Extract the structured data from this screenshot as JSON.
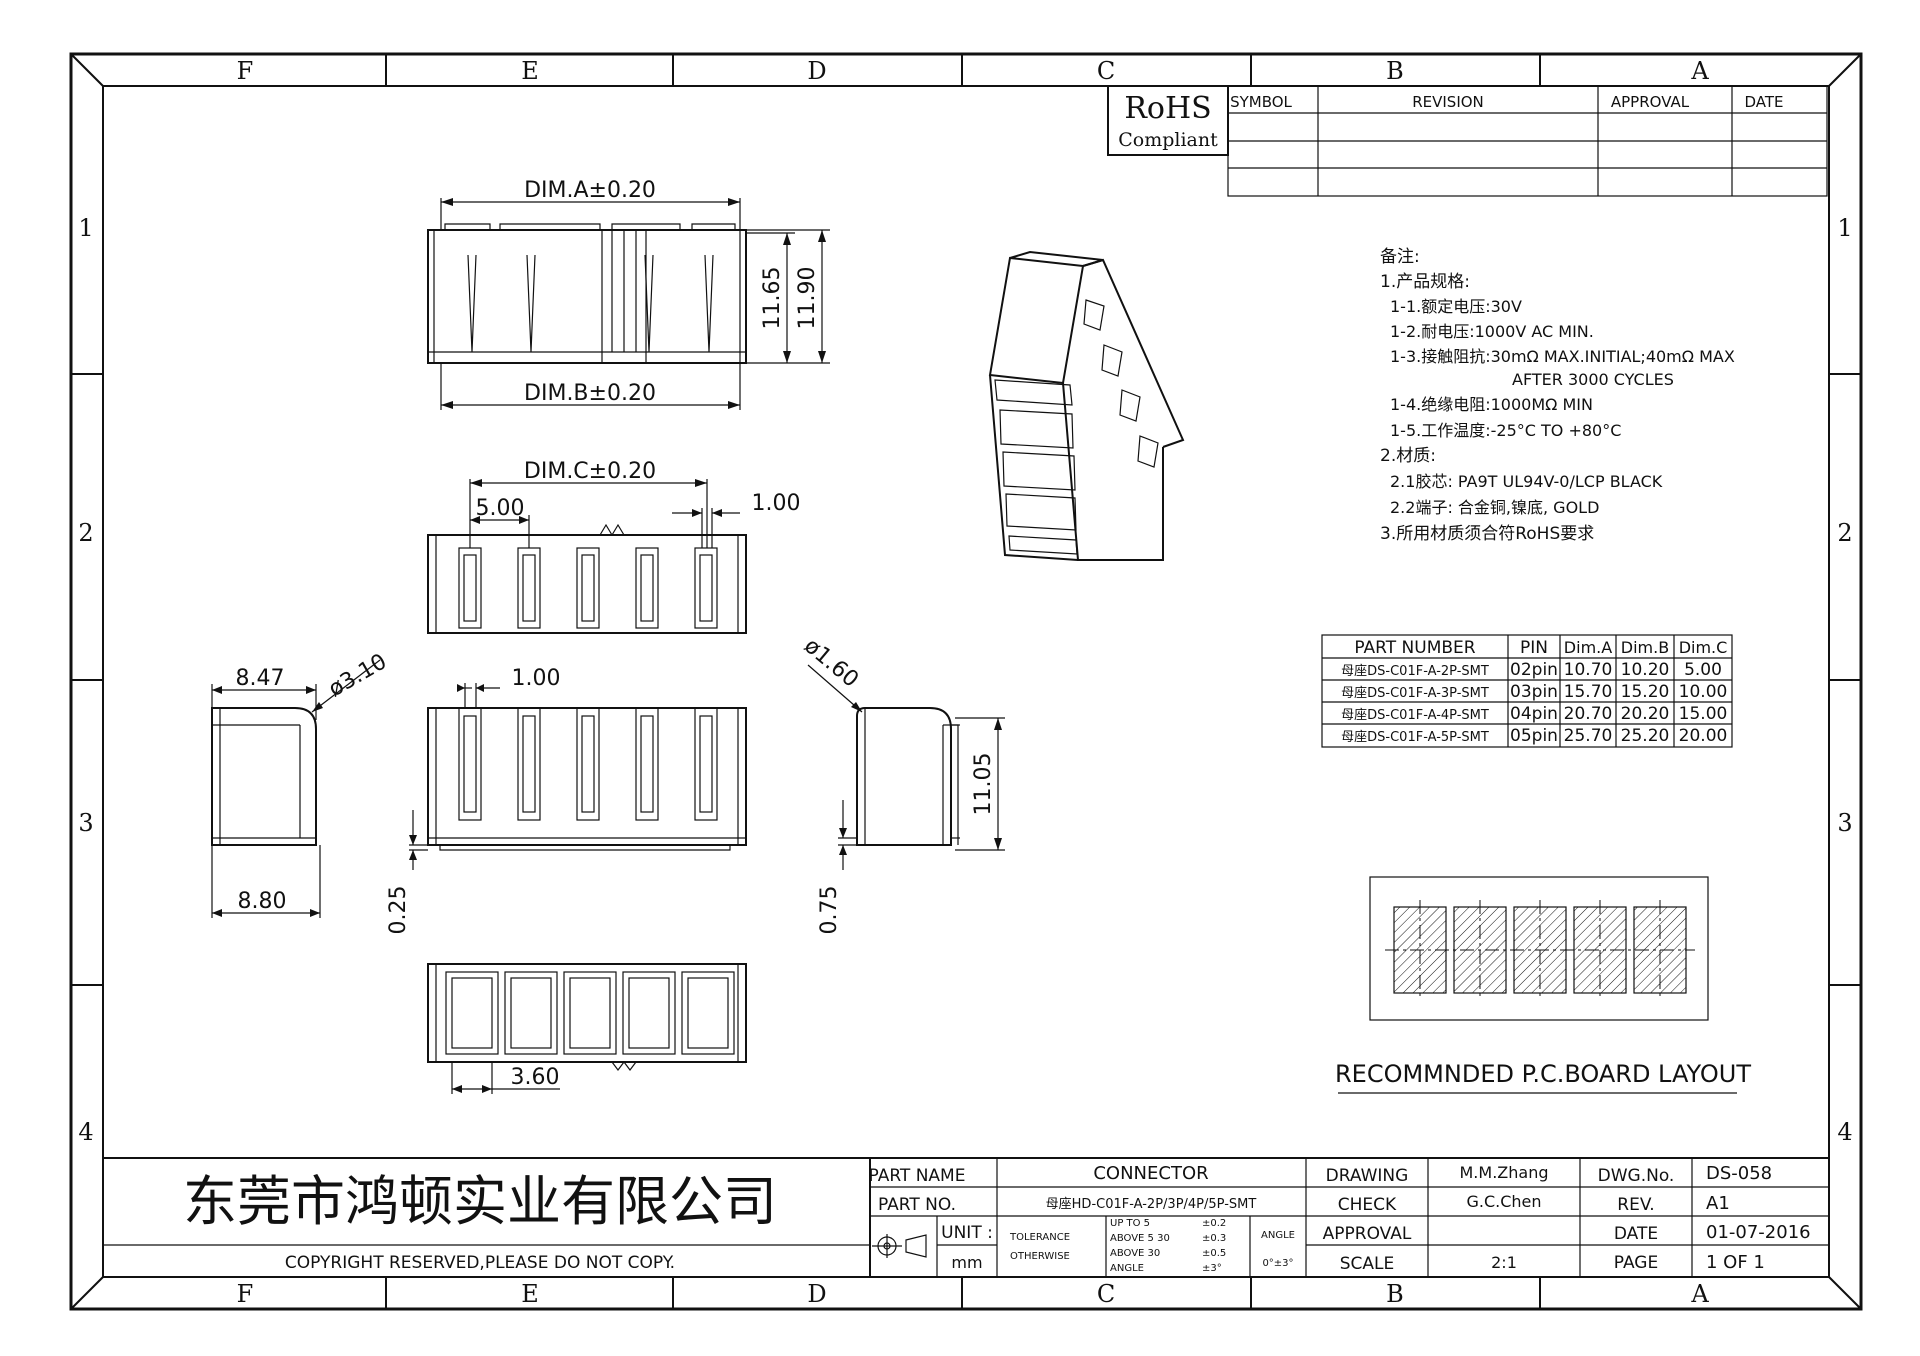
{
  "frame": {
    "columns_top": [
      "F",
      "E",
      "D",
      "C",
      "B",
      "A"
    ],
    "columns_bottom": [
      "F",
      "E",
      "D",
      "C",
      "B",
      "A"
    ],
    "rows_left": [
      "1",
      "2",
      "3",
      "4"
    ],
    "rows_right": [
      "1",
      "2",
      "3",
      "4"
    ]
  },
  "rohs": {
    "line1": "RoHS",
    "line2": "Compliant"
  },
  "revision_table": {
    "headers": [
      "SYMBOL",
      "REVISION",
      "APPROVAL",
      "DATE"
    ]
  },
  "dimensions": {
    "dim_a": "DIM.A±0.20",
    "dim_b": "DIM.B±0.20",
    "dim_c": "DIM.C±0.20",
    "h1": "11.65",
    "h2": "11.90",
    "pitch": "5.00",
    "pin_w_top": "1.00",
    "side_w_top": "8.47",
    "radius_left": "ø3.10",
    "pin_w_front": "1.00",
    "radius_right": "ø1.60",
    "height_right": "11.05",
    "side_w_bottom": "8.80",
    "offset_left": "0.25",
    "offset_right": "0.75",
    "pin_pitch_bottom": "3.60"
  },
  "notes": [
    "备注:",
    "1.产品规格:",
    "1-1.额定电压:30V",
    "1-2.耐电压:1000V AC MIN.",
    "1-3.接触阻抗:30mΩ MAX.INITIAL;40mΩ MAX",
    "AFTER 3000 CYCLES",
    "1-4.绝缘电阻:1000MΩ MIN",
    "1-5.工作温度:-25°C TO +80°C",
    "2.材质:",
    "2.1胶芯: PA9T UL94V-0/LCP BLACK",
    "2.2端子: 合金铜,镍底, GOLD",
    "3.所用材质须合符RoHS要求"
  ],
  "part_table": {
    "headers": [
      "PART NUMBER",
      "PIN",
      "Dim.A",
      "Dim.B",
      "Dim.C"
    ],
    "rows": [
      [
        "母座DS-C01F-A-2P-SMT",
        "02pin",
        "10.70",
        "10.20",
        "5.00"
      ],
      [
        "母座DS-C01F-A-3P-SMT",
        "03pin",
        "15.70",
        "15.20",
        "10.00"
      ],
      [
        "母座DS-C01F-A-4P-SMT",
        "04pin",
        "20.70",
        "20.20",
        "15.00"
      ],
      [
        "母座DS-C01F-A-5P-SMT",
        "05pin",
        "25.70",
        "25.20",
        "20.00"
      ]
    ]
  },
  "pcb_layout_label": "RECOMMNDED P.C.BOARD LAYOUT",
  "title_block": {
    "company": "东莞市鸿顿实业有限公司",
    "copyright": "COPYRIGHT RESERVED,PLEASE DO NOT COPY.",
    "part_name_label": "PART NAME",
    "part_name": "CONNECTOR",
    "part_no_label": "PART NO.",
    "part_no": "母座HD-C01F-A-2P/3P/4P/5P-SMT",
    "unit_label": "UNIT :",
    "unit": "mm",
    "tolerance_label": "TOLERANCE",
    "otherwise_label": "OTHERWISE",
    "tol_rows": [
      [
        "UP TO 5",
        "±0.2"
      ],
      [
        "ABOVE 5  30",
        "±0.3"
      ],
      [
        "ABOVE 30",
        "±0.5"
      ],
      [
        "ANGLE",
        "±3°"
      ]
    ],
    "angle_label": "ANGLE",
    "angle_value": "0°±3°",
    "drawing_label": "DRAWING",
    "drawing_by": "M.M.Zhang",
    "check_label": "CHECK",
    "check_by": "G.C.Chen",
    "approval_label": "APPROVAL",
    "approval_by": "",
    "scale_label": "SCALE",
    "scale": "2:1",
    "dwg_no_label": "DWG.No.",
    "dwg_no": "DS-058",
    "rev_label": "REV.",
    "rev": "A1",
    "date_label": "DATE",
    "date": "01-07-2016",
    "page_label": "PAGE",
    "page": "1 OF 1"
  }
}
